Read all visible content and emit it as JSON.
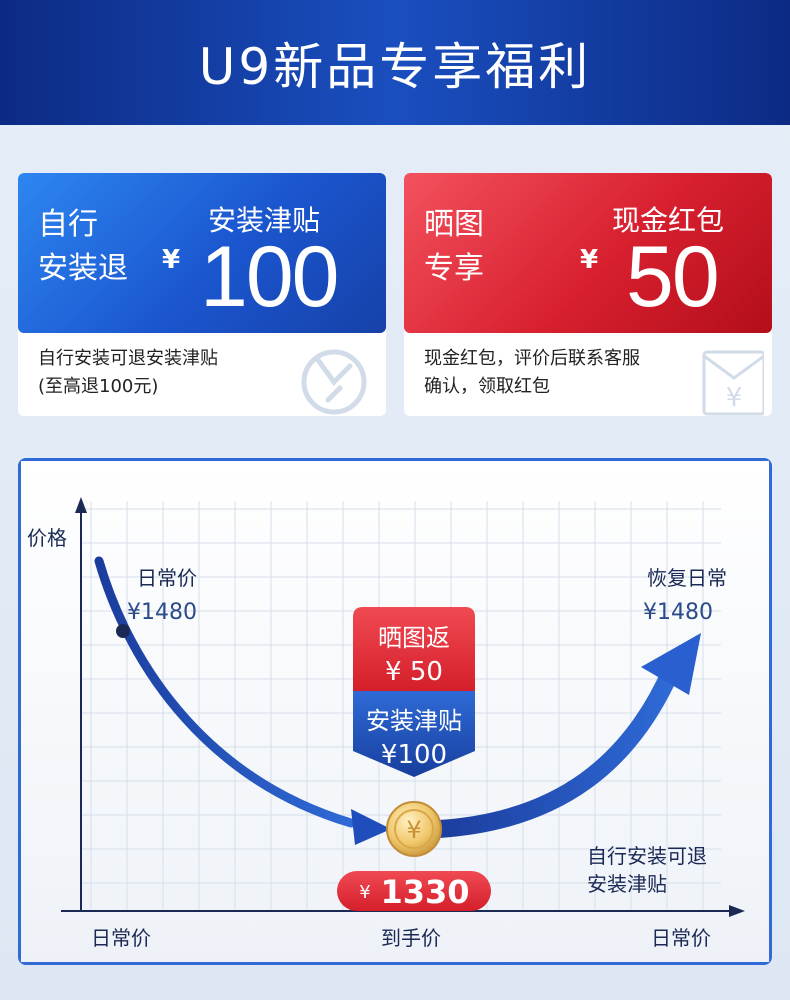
{
  "header": {
    "title": "U9新品专享福利"
  },
  "card_install": {
    "label_line1": "自行",
    "label_line2": "安装退",
    "title": "安装津贴",
    "yen": "¥",
    "amount": "100",
    "desc_line1": "自行安装可退安装津贴",
    "desc_line2": "(至高退100元)",
    "icon": "wrench-icon"
  },
  "card_cash": {
    "label_line1": "晒图",
    "label_line2": "专享",
    "title": "现金红包",
    "yen": "¥",
    "amount": "50",
    "desc_line1": "现金红包，评价后联系客服",
    "desc_line2": "确认，领取红包",
    "icon": "envelope-icon"
  },
  "chart": {
    "y_axis_label": "价格",
    "start_label": "日常价",
    "start_price": "¥1480",
    "end_label": "恢复日常",
    "end_price": "¥1480",
    "badge_top_title": "晒图返",
    "badge_top_value": "¥ 50",
    "badge_bottom_title": "安装津贴",
    "badge_bottom_value": "¥100",
    "final_yen": "¥",
    "final_price": "1330",
    "note_line1": "自行安装可退",
    "note_line2": "安装津贴",
    "x_label_left": "日常价",
    "x_label_mid": "到手价",
    "x_label_right": "日常价",
    "colors": {
      "blue": "#1b4fbf",
      "red": "#e0303a",
      "gold": "#e8b84a"
    }
  }
}
